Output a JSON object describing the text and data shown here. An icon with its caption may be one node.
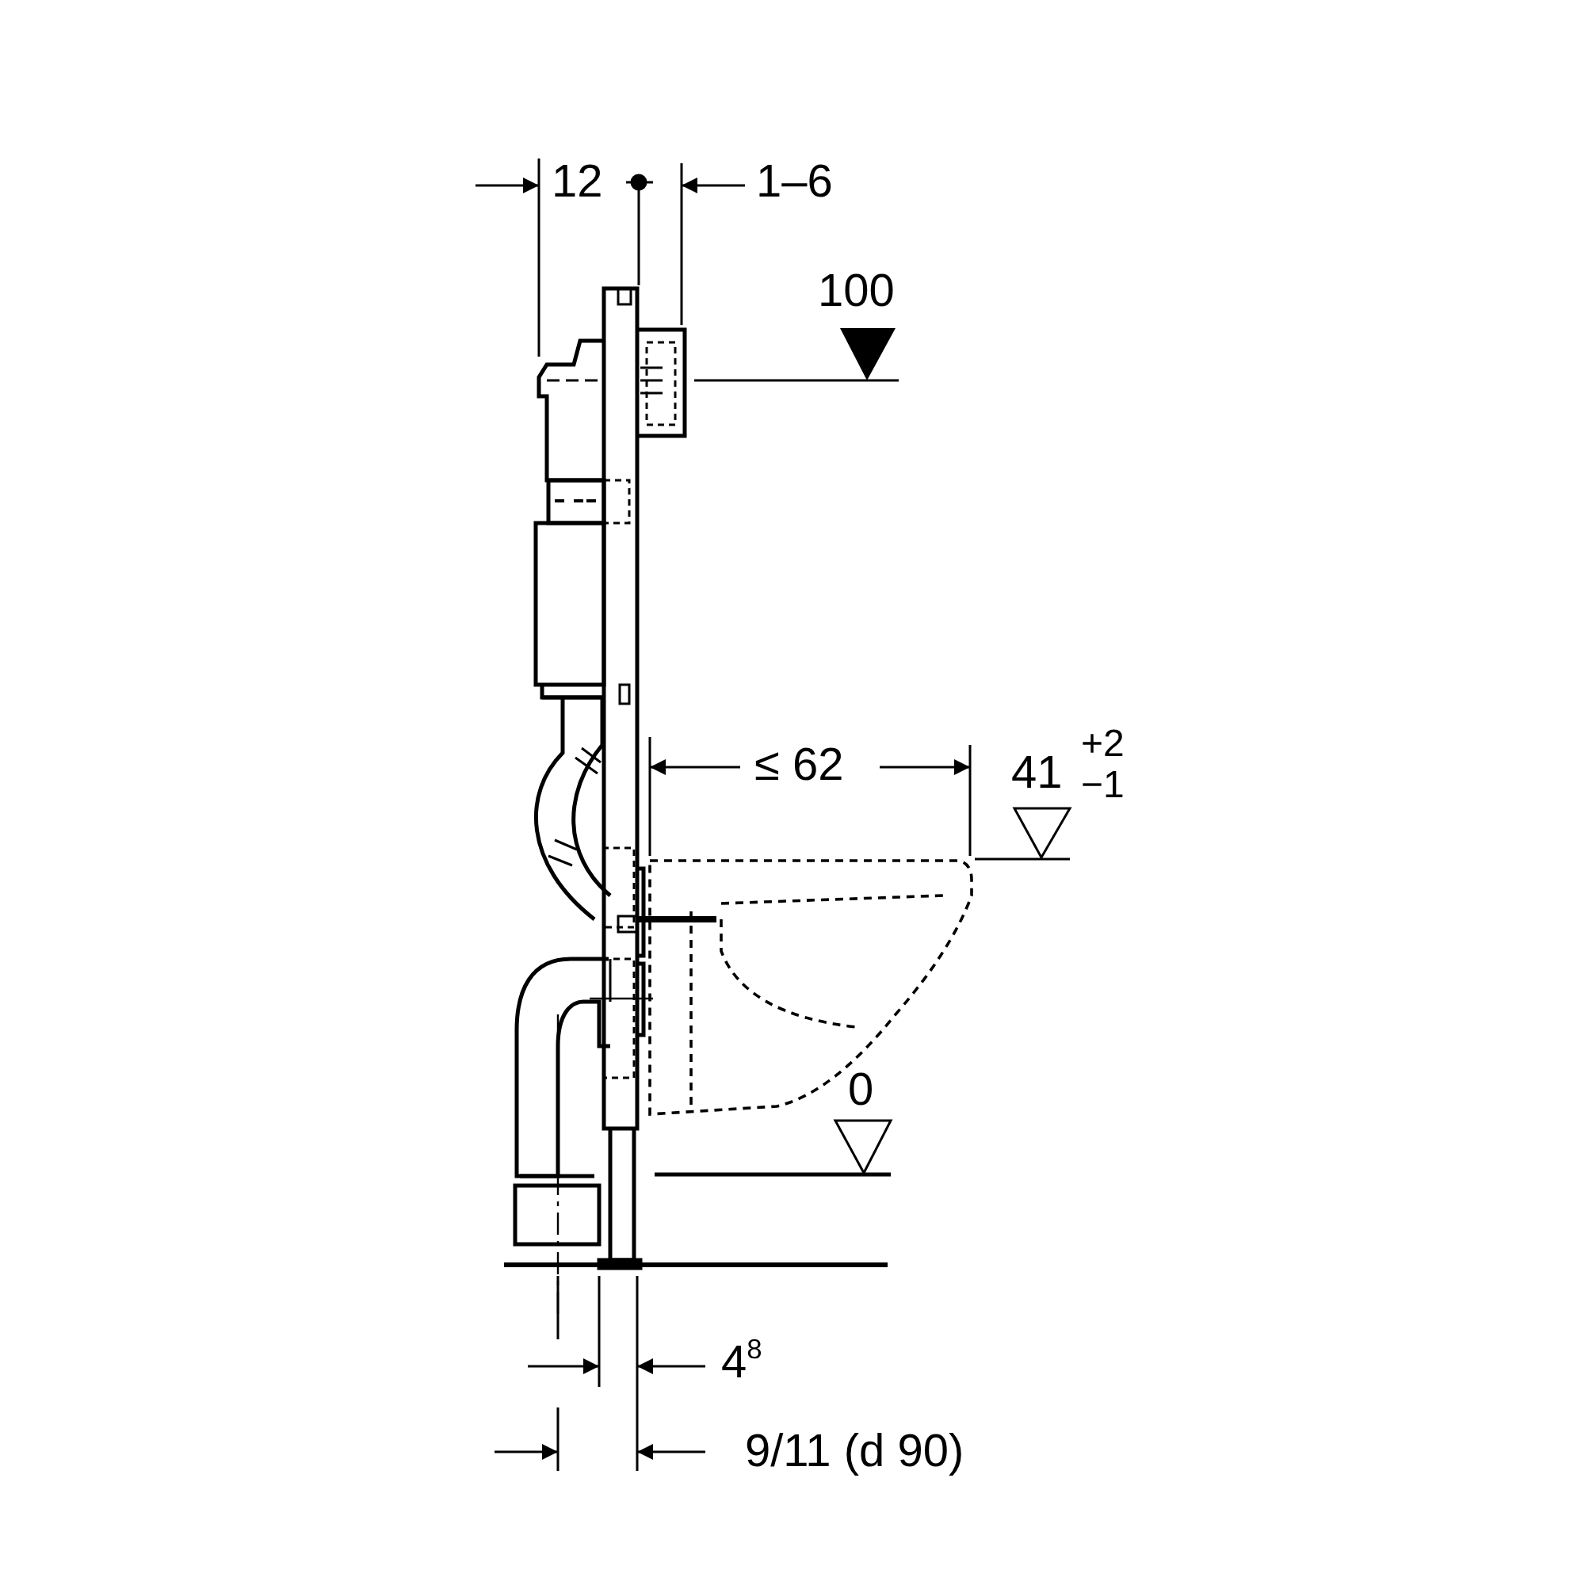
{
  "diagram": {
    "labels": [
      "12",
      "1–6",
      "100",
      "≤ 62",
      "41",
      "+2",
      "−1",
      "0",
      "4$^{8}$",
      "9/11 (d 90)"
    ]
  }
}
